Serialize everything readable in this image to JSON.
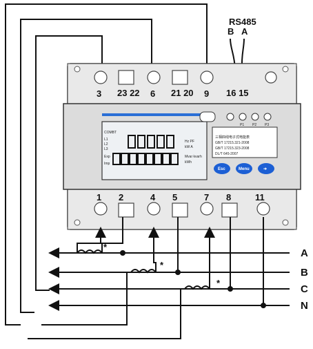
{
  "rs485": {
    "title": "RS485",
    "label_b": "B",
    "label_a": "A"
  },
  "top_terminals": [
    "3",
    "23 22",
    "6",
    "21 20",
    "9",
    "16 15"
  ],
  "bottom_terminals": [
    "1",
    "2",
    "4",
    "5",
    "7",
    "8",
    "11"
  ],
  "phases": [
    "A",
    "B",
    "C",
    "N"
  ],
  "meter": {
    "lcd_lines": [
      "COMBT",
      "L1",
      "L2",
      "L3",
      "Exp",
      "Imp",
      "Hz PF",
      "kW A",
      "Mvar kvarh",
      "kWh"
    ],
    "indicator_labels": [
      "P1",
      "P2",
      "P3"
    ],
    "info_lines": [
      "三相四线电子式电能表",
      "GB/T 17215.321-2008",
      "GB/T 17215.323-2008",
      "DL/T 645-2007"
    ],
    "buttons": [
      "Esc",
      "Menu",
      "➜"
    ]
  },
  "polarity_mark": "*"
}
